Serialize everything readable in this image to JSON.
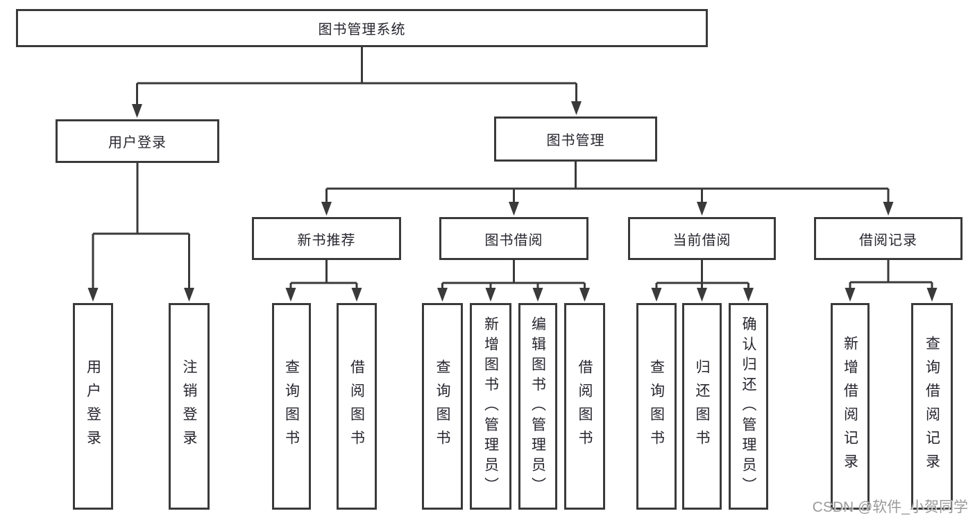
{
  "diagram": {
    "root": "图书管理系统",
    "level2": {
      "user_login": "用户登录",
      "book_mgmt": "图书管理"
    },
    "level3": {
      "new_books": "新书推荐",
      "borrow": "图书借阅",
      "current": "当前借阅",
      "records": "借阅记录"
    },
    "leaves": {
      "user_login_1": "用户登录",
      "user_login_2": "注销登录",
      "new_books_1": "查询图书",
      "new_books_2": "借阅图书",
      "borrow_1": "查询图书",
      "borrow_2": "新增图书（管理员）",
      "borrow_3": "编辑图书（管理员）",
      "borrow_4": "借阅图书",
      "current_1": "查询图书",
      "current_2": "归还图书",
      "current_3": "确认归还（管理员）",
      "records_1": "新增借阅记录",
      "records_2": "查询借阅记录"
    }
  },
  "watermark": "CSDN @软件_小贺同学",
  "colors": {
    "line": "#3a3a3a",
    "text": "#26262e",
    "watermark": "#9a9a9a",
    "background": "#ffffff"
  }
}
